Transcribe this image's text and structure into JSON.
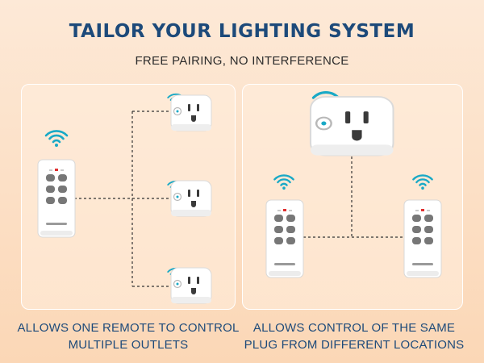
{
  "header": {
    "title": "TAILOR YOUR LIGHTING SYSTEM",
    "subtitle": "FREE PAIRING, NO INTERFERENCE"
  },
  "panels": [
    {
      "caption": "ALLOWS ONE REMOTE TO CONTROL MULTIPLE OUTLETS"
    },
    {
      "caption": "ALLOWS CONTROL OF THE SAME PLUG FROM DIFFERENT LOCATIONS"
    }
  ],
  "colors": {
    "heading": "#1d4a7a",
    "wifi": "#19a9c6",
    "indicator": "#e03030"
  },
  "icons": [
    "wifi-signal-icon",
    "remote-control",
    "smart-plug-outlet"
  ]
}
